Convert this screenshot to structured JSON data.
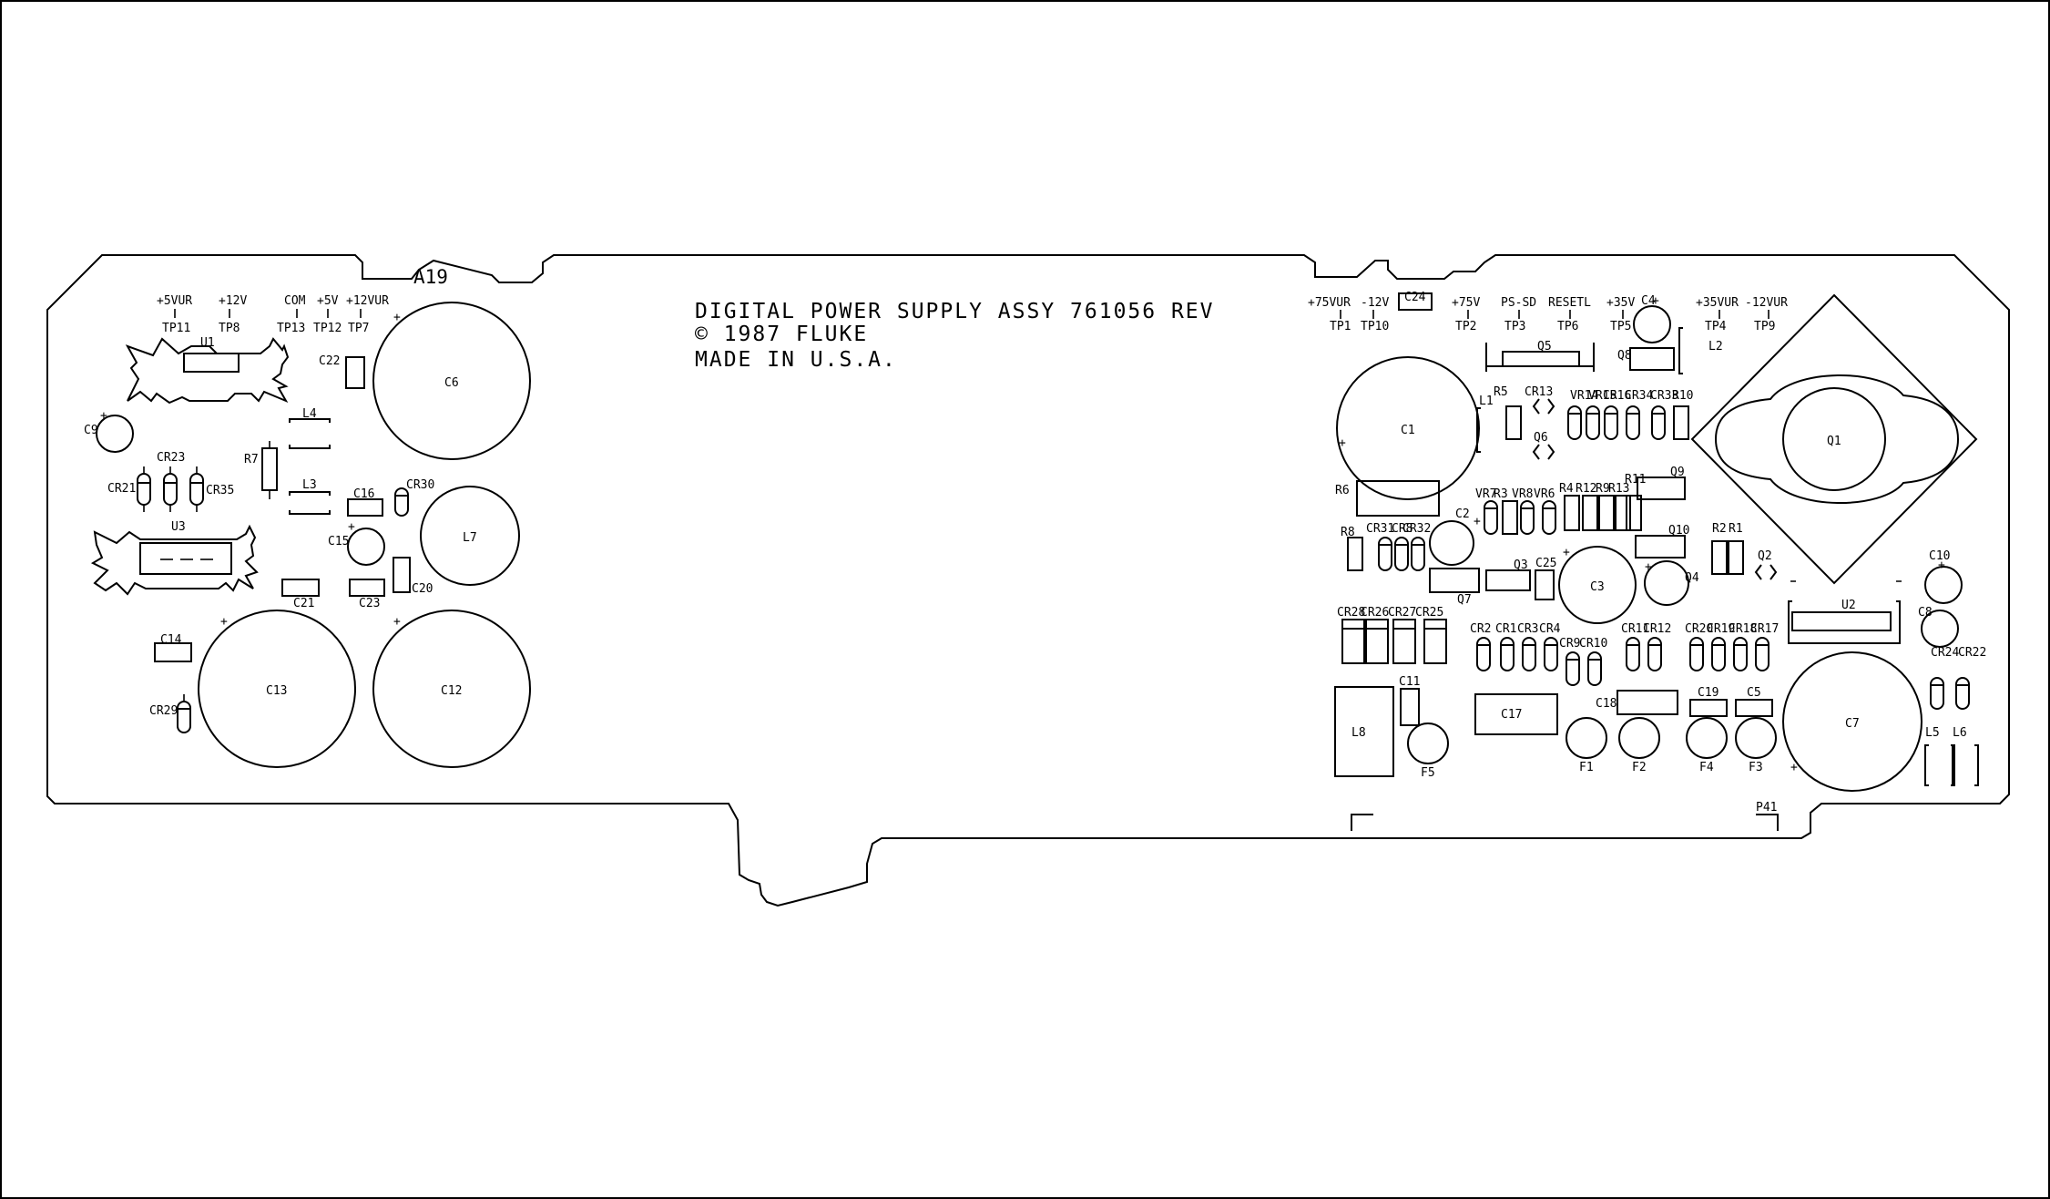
{
  "board": {
    "ref": "A19",
    "title_lines": [
      "DIGITAL POWER SUPPLY ASSY  761056 REV",
      "© 1987 FLUKE",
      "MADE IN U.S.A."
    ],
    "connector": "P41"
  },
  "test_points": {
    "left": [
      {
        "signal": "+5VUR",
        "tp": "TP11"
      },
      {
        "signal": "+12V",
        "tp": "TP8"
      },
      {
        "signal": "COM",
        "tp": "TP13"
      },
      {
        "signal": "+5V",
        "tp": "TP12"
      },
      {
        "signal": "+12VUR",
        "tp": "TP7"
      }
    ],
    "right": [
      {
        "signal": "+75VUR",
        "tp": "TP1"
      },
      {
        "signal": "-12V",
        "tp": "TP10"
      },
      {
        "signal": "+75V",
        "tp": "TP2"
      },
      {
        "signal": "PS-SD",
        "tp": "TP3"
      },
      {
        "signal": "RESETL",
        "tp": "TP6"
      },
      {
        "signal": "+35V",
        "tp": "TP5"
      },
      {
        "signal": "+35VUR",
        "tp": "TP4"
      },
      {
        "signal": "-12VUR",
        "tp": "TP9"
      }
    ]
  },
  "big_caps": [
    "C6",
    "L7",
    "C13",
    "C12",
    "C1",
    "C3",
    "C7",
    "Q1"
  ],
  "small_circles": [
    "C9",
    "C15",
    "C2",
    "C4",
    "Q4",
    "C10",
    "C8",
    "F5",
    "F1",
    "F2",
    "F4",
    "F3"
  ],
  "left_parts": {
    "u1": "U1",
    "u3": "U3",
    "c22": "C22",
    "l4": "L4",
    "l3": "L3",
    "r7": "R7",
    "cr21": "CR21",
    "cr23": "CR23",
    "cr35": "CR35",
    "cr30": "CR30",
    "cr29": "CR29",
    "c16": "C16",
    "c21": "C21",
    "c23": "C23",
    "c20": "C20",
    "c14": "C14"
  },
  "right_parts": {
    "c24": "C24",
    "q5": "Q5",
    "q8": "Q8",
    "l2": "L2",
    "l1": "L1",
    "r5": "R5",
    "cr13": "CR13",
    "q6": "Q6",
    "vr14": "VR14",
    "vr15": "VR15",
    "cr16": "CR16",
    "cr34": "CR34",
    "cr33": "CR33",
    "r10": "R10",
    "r6": "R6",
    "r8": "R8",
    "cr31": "CR31",
    "cr8": "CR8",
    "cr32": "CR32",
    "vr7": "VR7",
    "r3": "R3",
    "vr8": "VR8",
    "vr6": "VR6",
    "r4": "R4",
    "r12": "R12",
    "r9": "R9",
    "r13": "R13",
    "r11": "R11",
    "q9": "Q9",
    "q10": "Q10",
    "r2": "R2",
    "r1": "R1",
    "q2": "Q2",
    "q3": "Q3",
    "c25": "C25",
    "q7": "Q7",
    "cr28": "CR28",
    "cr26": "CR26",
    "cr27": "CR27",
    "cr25": "CR25",
    "cr2": "CR2",
    "cr1": "CR1",
    "cr3": "CR3",
    "cr4": "CR4",
    "cr9": "CR9",
    "cr10": "CR10",
    "cr11": "CR11",
    "cr12": "CR12",
    "cr20": "CR20",
    "cr19": "CR19",
    "cr18": "CR18",
    "cr17": "CR17",
    "u2": "U2",
    "cr24": "CR24",
    "cr22": "CR22",
    "c11": "C11",
    "l8": "L8",
    "c17": "C17",
    "c18": "C18",
    "c19": "C19",
    "c5": "C5",
    "l5": "L5",
    "l6": "L6"
  },
  "polarity": "+"
}
